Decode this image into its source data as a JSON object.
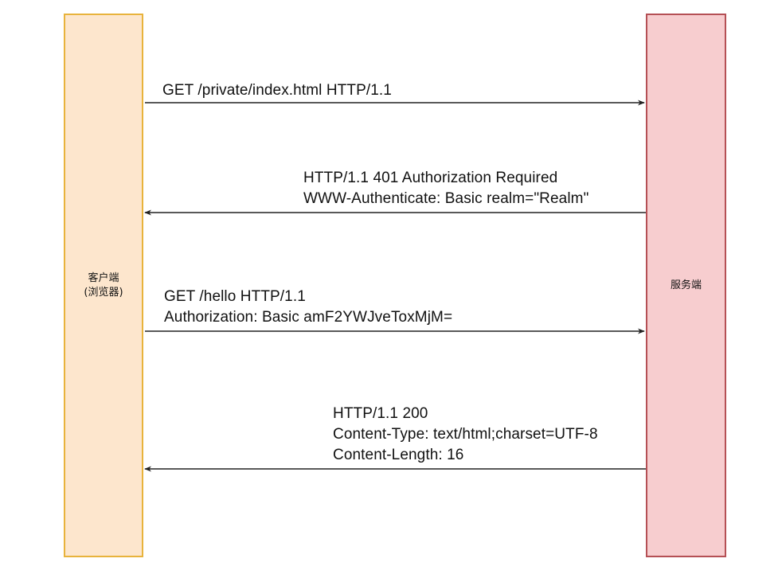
{
  "lanes": {
    "client": {
      "line1": "客户端",
      "line2": "(浏览器)"
    },
    "server": {
      "line1": "服务端"
    }
  },
  "messages": [
    {
      "direction": "client-to-server",
      "lines": [
        "GET /private/index.html HTTP/1.1"
      ]
    },
    {
      "direction": "server-to-client",
      "lines": [
        "HTTP/1.1 401 Authorization Required",
        "WWW-Authenticate: Basic realm=\"Realm\""
      ]
    },
    {
      "direction": "client-to-server",
      "lines": [
        "GET /hello HTTP/1.1",
        "Authorization: Basic amF2YWJveToxMjM="
      ]
    },
    {
      "direction": "server-to-client",
      "lines": [
        "HTTP/1.1 200",
        "Content-Type: text/html;charset=UTF-8",
        "Content-Length: 16"
      ]
    }
  ],
  "colors": {
    "client_fill": "#fde6cd",
    "client_border": "#e8b33c",
    "server_fill": "#f7cdcf",
    "server_border": "#b55055",
    "arrow": "#222222"
  }
}
